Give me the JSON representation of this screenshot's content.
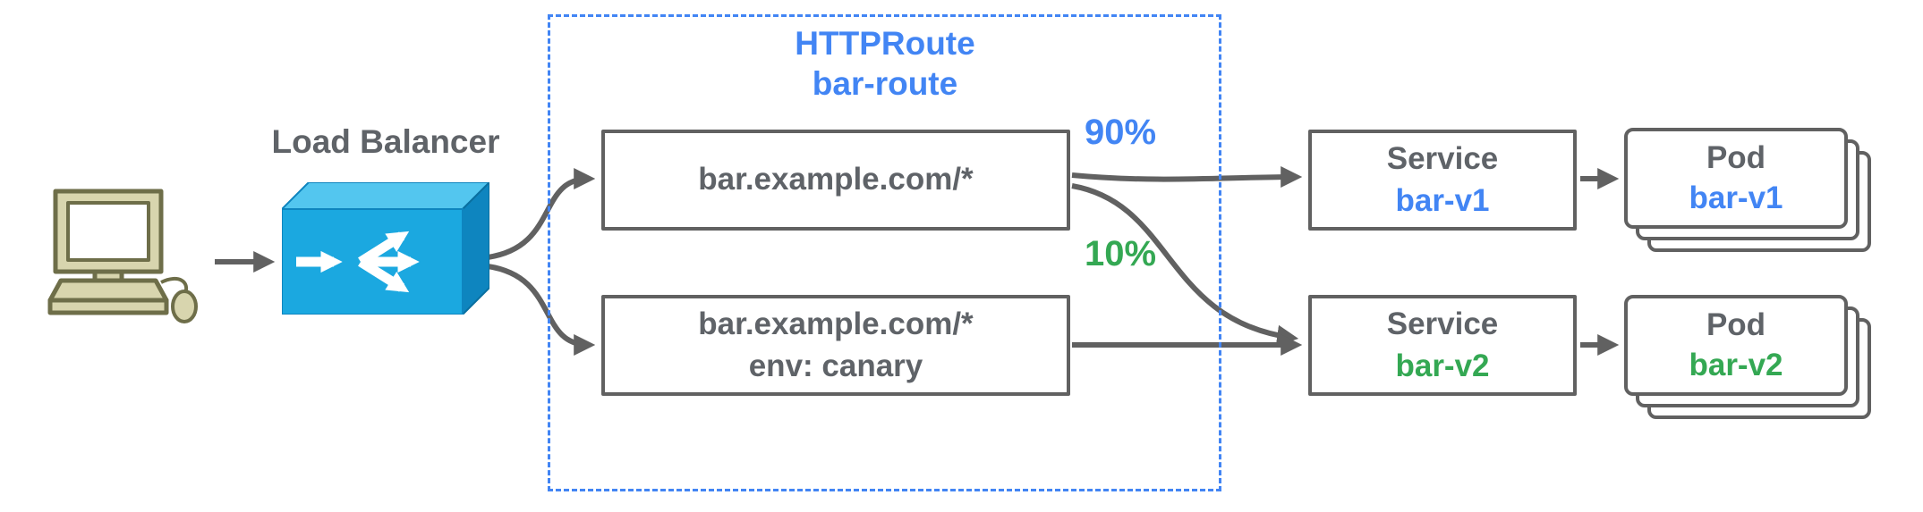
{
  "colors": {
    "blue_accent": "#4285f4",
    "green_accent": "#34a853",
    "text_gray": "#5f6368",
    "border_gray": "#616161",
    "arrow_gray": "#616161",
    "route_group_border": "#4285f4",
    "lb_front": "#1ba8e0",
    "lb_top": "#53c6ef",
    "lb_side": "#0e85bf",
    "client_body": "#d8d5ae"
  },
  "client": {
    "icon": "desktop-computer"
  },
  "load_balancer": {
    "label": "Load Balancer",
    "icon": "load-balancer-box"
  },
  "httproute": {
    "kind": "HTTPRoute",
    "name": "bar-route",
    "rules": [
      {
        "match": "bar.example.com/*"
      },
      {
        "match": "bar.example.com/*",
        "header_match": "env: canary"
      }
    ]
  },
  "weights": {
    "primary": "90%",
    "canary": "10%"
  },
  "services": [
    {
      "label": "Service",
      "name": "bar-v1",
      "accent": "#4285f4"
    },
    {
      "label": "Service",
      "name": "bar-v2",
      "accent": "#34a853"
    }
  ],
  "pods": [
    {
      "label": "Pod",
      "name": "bar-v1",
      "accent": "#4285f4"
    },
    {
      "label": "Pod",
      "name": "bar-v2",
      "accent": "#34a853"
    }
  ]
}
